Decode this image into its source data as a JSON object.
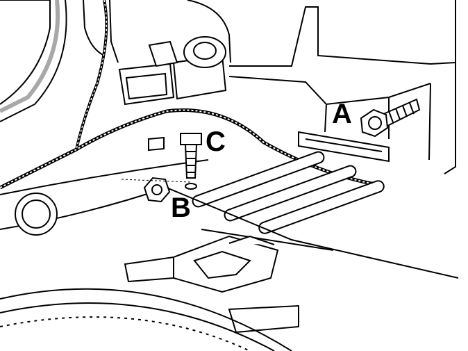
{
  "callouts": {
    "a": "A",
    "b": "B",
    "c": "C"
  },
  "colors": {
    "ink": "#000000",
    "paper": "#ffffff",
    "shade": "#a8a8a8"
  }
}
